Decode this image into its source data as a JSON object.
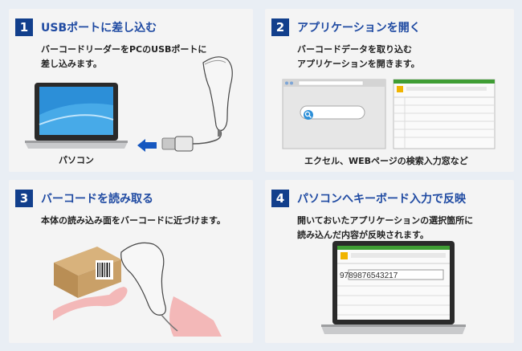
{
  "colors": {
    "accent": "#123f8c",
    "title": "#1f4aa2",
    "panel": "#f4f4f4",
    "background": "#e9eef4",
    "arrow": "#1557c0",
    "green": "#3f9d34",
    "screen_blue": "#2c8fd8"
  },
  "steps": [
    {
      "number": "1",
      "title": "USBポートに差し込む",
      "description": "バーコードリーダーをPCのUSBポートに\n差し込みます。",
      "caption": "パソコン"
    },
    {
      "number": "2",
      "title": "アプリケーションを開く",
      "description": "バーコードデータを取り込む\nアプリケーションを開きます。",
      "caption": "エクセル、WEBページの検索入力窓など"
    },
    {
      "number": "3",
      "title": "バーコードを読み取る",
      "description": "本体の読み込み面をバーコードに近づけます。"
    },
    {
      "number": "4",
      "title": "パソコンへキーボード入力で反映",
      "description": "開いておいたアプリケーションの選択箇所に\n読み込んだ内容が反映されます。",
      "barcode_value": "9789876543217"
    }
  ],
  "icons": [
    "laptop-icon",
    "barcode-scanner-icon",
    "usb-cable-icon",
    "arrow-left-icon",
    "browser-window-icon",
    "search-icon",
    "spreadsheet-window-icon",
    "box-icon",
    "barcode-icon",
    "hand-icon"
  ]
}
